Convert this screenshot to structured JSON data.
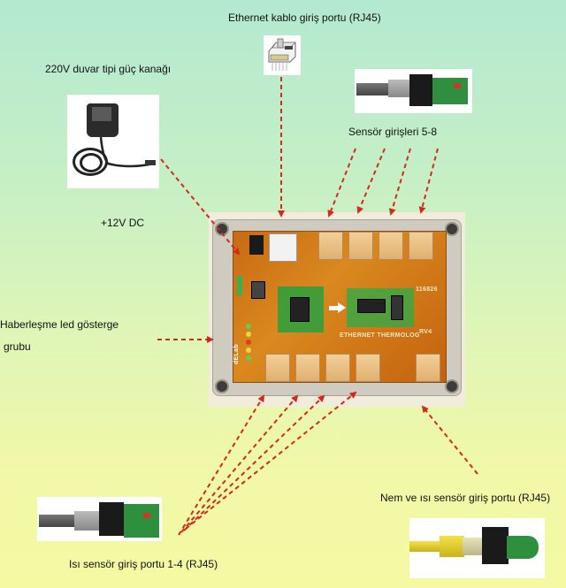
{
  "labels": {
    "ethernet_port": "Ethernet kablo giriş portu (RJ45)",
    "power_adapter": "220V duvar tipi güç kanağı",
    "sensor_inputs_5_8": "Sensör girişleri 5-8",
    "dc_input": "+12V DC",
    "led_group_line1": "Haberleşme led gösterge",
    "led_group_line2": "grubu",
    "humidity_temp_port": "Nem ve ısı sensör giriş portu (RJ45)",
    "temp_ports_1_4": "Isı sensör giriş portu 1-4 (RJ45)"
  },
  "board": {
    "title": "ETHERNET THERMOLOG",
    "serial": "116826",
    "revision": "RV4",
    "brand_mark": "dELab"
  },
  "colors": {
    "arrow": "#d42a1c",
    "background_top": "#b3e9d0",
    "background_bottom": "#f5f9a2",
    "pcb": "#c86a14"
  },
  "leds": [
    "green",
    "yellow",
    "red",
    "yellow",
    "green"
  ]
}
